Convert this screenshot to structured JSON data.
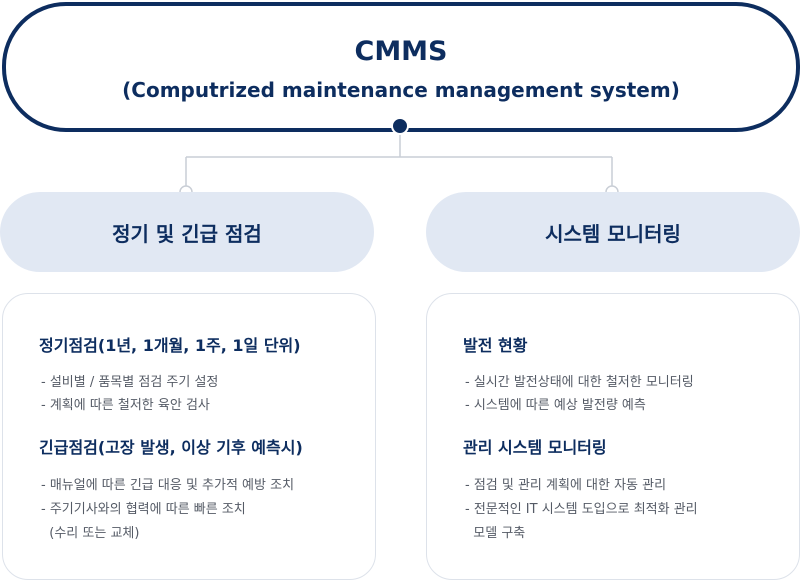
{
  "top": {
    "title": "CMMS",
    "subtitle": "(Computrized maintenance management system)"
  },
  "left": {
    "pill_label": "정기 및 긴급 점검",
    "sections": [
      {
        "heading": "정기점검(1년, 1개월, 1주, 1일 단위)",
        "items": [
          "- 설비별 / 품목별 점검 주기 설정",
          "- 계획에 따른 철저한 육안 검사"
        ]
      },
      {
        "heading": "긴급점검(고장 발생, 이상 기후 예측시)",
        "items": [
          "- 매뉴얼에 따른 긴급 대응 및 추가적 예방 조치",
          "- 주기기사와의 협력에 따른 빠른 조치",
          "  (수리 또는 교체)"
        ]
      }
    ]
  },
  "right": {
    "pill_label": "시스템 모니터링",
    "sections": [
      {
        "heading": "발전 현황",
        "items": [
          "- 실시간 발전상태에 대한 철저한 모니터링",
          "- 시스템에 따른 예상 발전량 예측"
        ]
      },
      {
        "heading": "관리 시스템 모니터링",
        "items": [
          "- 점검 및 관리 계획에 대한 자동 관리",
          "- 전문적인 IT 시스템 도입으로 최적화 관리",
          "  모델 구축"
        ]
      }
    ]
  },
  "colors": {
    "navy": "#0d2d5f",
    "pill_bg": "#e1e8f3",
    "connector": "#c9ced6",
    "text_gray": "#555b66"
  }
}
